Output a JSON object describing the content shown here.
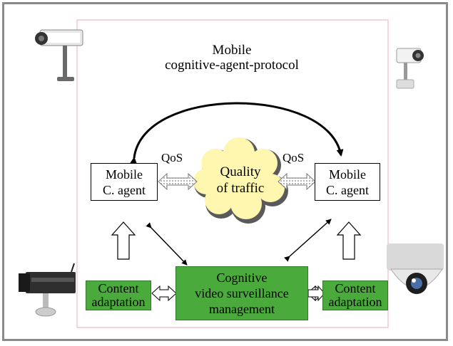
{
  "protocol": {
    "line1": "Mobile",
    "line2": "cognitive-agent-protocol"
  },
  "agent_left": {
    "line1": "Mobile",
    "line2": "C. agent"
  },
  "agent_right": {
    "line1": "Mobile",
    "line2": "C. agent"
  },
  "cloud": {
    "line1": "Quality",
    "line2": "of traffic"
  },
  "qos_left": "QoS",
  "qos_right": "QoS",
  "management": {
    "line1": "Cognitive",
    "line2": "video surveillance",
    "line3": "management"
  },
  "adaptation_left": {
    "line1": "Content",
    "line2": "adaptation"
  },
  "adaptation_right": {
    "line1": "Content",
    "line2": "adaptation"
  },
  "colors": {
    "green": "#4aaa3c",
    "cloud": "#fff6b0",
    "frame": "#8a8a8a",
    "pink_border": "#f0c8d0"
  },
  "icons": [
    "camera-top-left-icon",
    "camera-top-right-icon",
    "camera-bottom-left-icon",
    "dome-camera-bottom-right-icon"
  ]
}
